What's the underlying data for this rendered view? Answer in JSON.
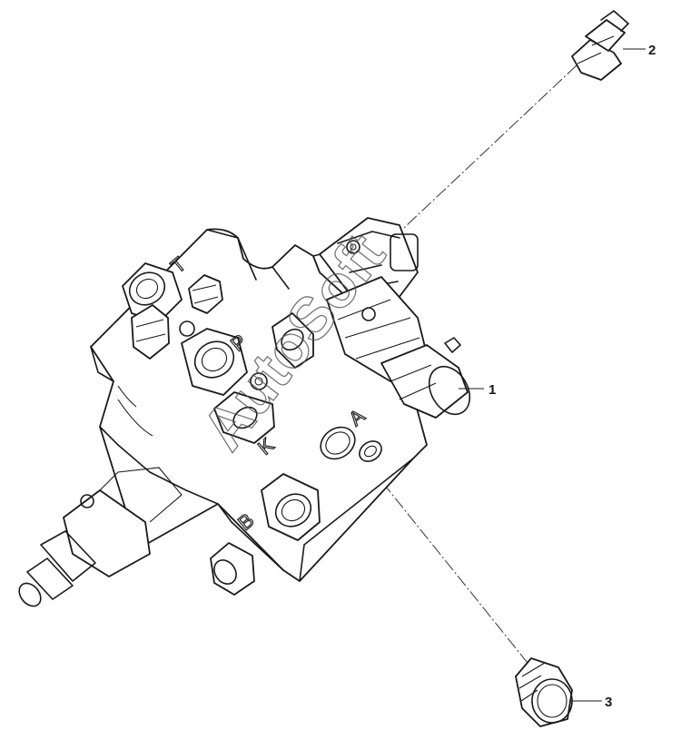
{
  "callouts": [
    {
      "id": "1",
      "label": "1"
    },
    {
      "id": "2",
      "label": "2"
    },
    {
      "id": "3",
      "label": "3"
    }
  ],
  "port_markings": [
    "P",
    "T",
    "A",
    "B",
    "K"
  ],
  "watermark": "AutoSoft"
}
